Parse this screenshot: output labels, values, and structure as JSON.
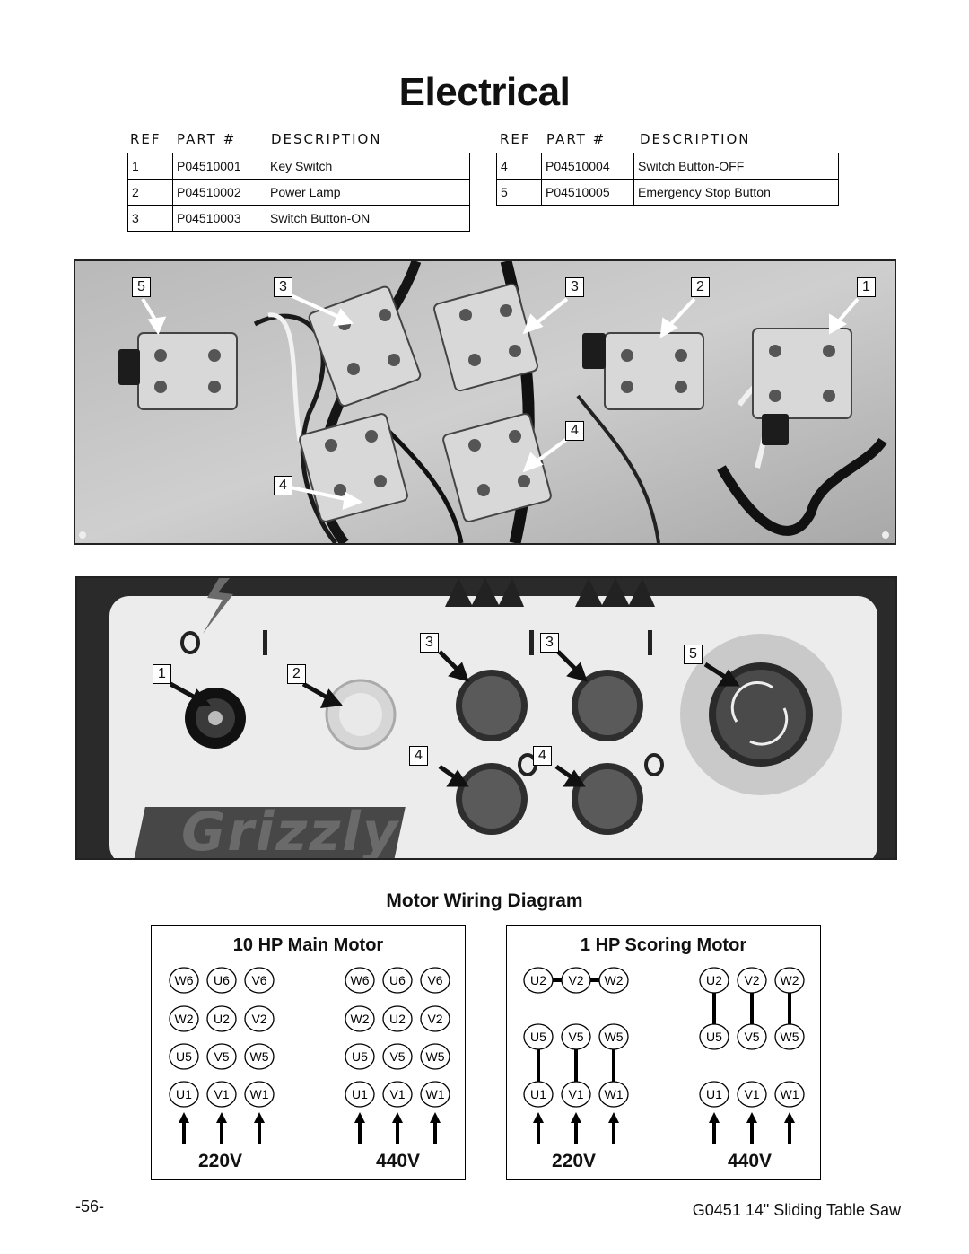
{
  "title": "Electrical",
  "parts_table": {
    "headers": {
      "ref": "REF",
      "part": "PART #",
      "description": "DESCRIPTION"
    },
    "left_rows": [
      {
        "ref": "1",
        "part": "P04510001",
        "description": "Key Switch"
      },
      {
        "ref": "2",
        "part": "P04510002",
        "description": "Power Lamp"
      },
      {
        "ref": "3",
        "part": "P04510003",
        "description": "Switch Button-ON"
      }
    ],
    "right_rows": [
      {
        "ref": "4",
        "part": "P04510004",
        "description": "Switch Button-OFF"
      },
      {
        "ref": "5",
        "part": "P04510005",
        "description": "Emergency Stop Button"
      }
    ]
  },
  "photo1_callouts": [
    "5",
    "3",
    "3",
    "2",
    "1",
    "4",
    "4"
  ],
  "photo2": {
    "callouts": [
      "1",
      "2",
      "3",
      "3",
      "5",
      "4",
      "4"
    ],
    "panel_symbols": {
      "off": "O",
      "on": "I"
    },
    "logo": "Grizzly"
  },
  "wiring": {
    "title": "Motor Wiring Diagram",
    "main_motor": {
      "title": "10 HP Main Motor",
      "rows": [
        [
          "W6",
          "U6",
          "V6"
        ],
        [
          "W2",
          "U2",
          "V2"
        ],
        [
          "U5",
          "V5",
          "W5"
        ],
        [
          "U1",
          "V1",
          "W1"
        ]
      ],
      "voltages": [
        "220V",
        "440V"
      ]
    },
    "scoring_motor": {
      "title": "1 HP Scoring Motor",
      "rows": [
        [
          "U2",
          "V2",
          "W2"
        ],
        [
          "U5",
          "V5",
          "W5"
        ],
        [
          "U1",
          "V1",
          "W1"
        ]
      ],
      "voltages": [
        "220V",
        "440V"
      ]
    }
  },
  "footer": {
    "page_number": "-56-",
    "title": "G0451 14\" Sliding Table Saw"
  }
}
